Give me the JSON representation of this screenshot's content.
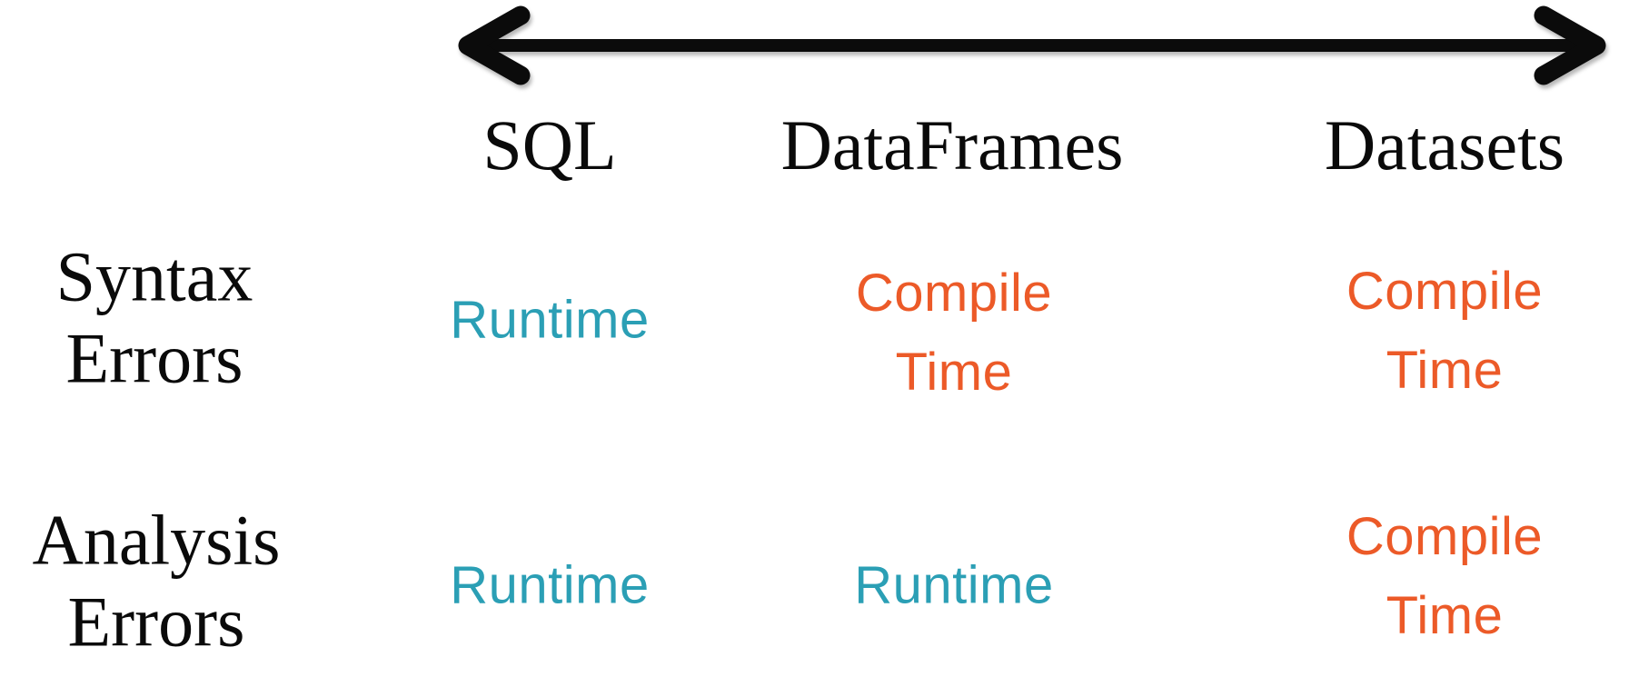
{
  "slide": {
    "arrow": {
      "kind": "double-headed-horizontal-arrow",
      "meaning": "spectrum across SQL, DataFrames, Datasets"
    },
    "columns": [
      "SQL",
      "DataFrames",
      "Datasets"
    ],
    "rows": [
      {
        "label": [
          "Syntax",
          "Errors"
        ],
        "cells": [
          {
            "timing": "runtime",
            "lines": [
              "Runtime"
            ]
          },
          {
            "timing": "compile",
            "lines": [
              "Compile",
              "Time"
            ]
          },
          {
            "timing": "compile",
            "lines": [
              "Compile",
              "Time"
            ]
          }
        ]
      },
      {
        "label": [
          "Analysis",
          "Errors"
        ],
        "cells": [
          {
            "timing": "runtime",
            "lines": [
              "Runtime"
            ]
          },
          {
            "timing": "runtime",
            "lines": [
              "Runtime"
            ]
          },
          {
            "timing": "compile",
            "lines": [
              "Compile",
              "Time"
            ]
          }
        ]
      }
    ],
    "colors": {
      "runtime_text": "#2B9FB5",
      "compile_time_text": "#EC5A28",
      "heading_text": "#0a0a0a",
      "arrow": "#0b0b0b",
      "background": "#ffffff"
    }
  }
}
